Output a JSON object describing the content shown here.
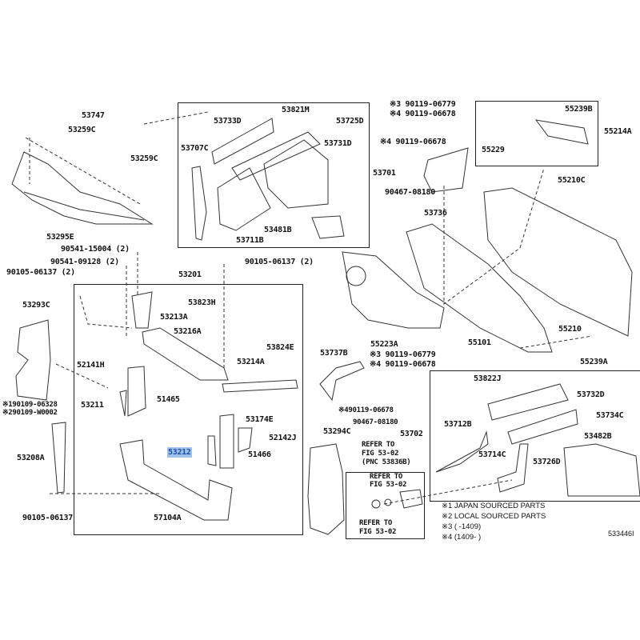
{
  "diagram_id": "533446I",
  "highlight_color": "#9ec3ec",
  "top_left": {
    "p53747": "53747",
    "p53259c_a": "53259C",
    "p53259c_b": "53259C",
    "p53295e": "53295E",
    "p90541_15004": "90541-15004 (2)",
    "p90541_09128": "90541-09128 (2)",
    "p90105_left": "90105-06137 (2)",
    "p53201": "53201",
    "p90105_right": "90105-06137 (2)"
  },
  "box_53701": {
    "p53821m": "53821M",
    "p53733d": "53733D",
    "p53725d": "53725D",
    "p53707c": "53707C",
    "p53731d": "53731D",
    "p53701": "53701",
    "p53481b": "53481B",
    "p53711b": "53711B"
  },
  "top_center": {
    "c1": "※3 90119-06779",
    "c2": "※4 90119-06678",
    "c3": "※4 90119-06678",
    "c4": "90467-08180",
    "c5": "53736"
  },
  "box_55214a": {
    "p55239b": "55239B",
    "p55214a": "55214A",
    "p55229": "55229"
  },
  "dash": {
    "p55210c": "55210C",
    "p55223a": "55223A",
    "p55101": "55101",
    "p55210": "55210",
    "p55239a": "55239A",
    "c6": "※3 90119-06779",
    "c7": "※4 90119-06678"
  },
  "box_53201": {
    "p53823h": "53823H",
    "p53213a": "53213A",
    "p53216a": "53216A",
    "p53824e": "53824E",
    "p53214a": "53214A",
    "p52141h": "52141H",
    "p53211": "53211",
    "p51465": "51465",
    "p53174e": "53174E",
    "p52142j": "52142J",
    "p53212": "53212",
    "p51466": "51466",
    "p57104a": "57104A"
  },
  "left_side": {
    "p53293c": "53293C",
    "b1": "※190109-06328",
    "b2": "※290109-W0002",
    "p53208a": "53208A",
    "p90105": "90105-06137"
  },
  "middle": {
    "p53737b": "53737B",
    "c8": "※490119-06678",
    "c9": "90467-08180",
    "p53294c": "53294C",
    "ref1a": "REFER TO",
    "ref1b": "FIG 53-02",
    "ref1c": "(PNC 53836B)",
    "ref2a": "REFER TO",
    "ref2b": "FIG 53-02",
    "ref3a": "REFER TO",
    "ref3b": "FIG 53-02"
  },
  "box_53702": {
    "p53822j": "53822J",
    "p53732d": "53732D",
    "p53734c": "53734C",
    "p53702": "53702",
    "p53712b": "53712B",
    "p53482b": "53482B",
    "p53714c": "53714C",
    "p53726d": "53726D"
  },
  "notes": [
    "※1  JAPAN SOURCED PARTS",
    "※2  LOCAL SOURCED PARTS",
    "※3 (        -1409)",
    "※4 (1409-        )"
  ]
}
